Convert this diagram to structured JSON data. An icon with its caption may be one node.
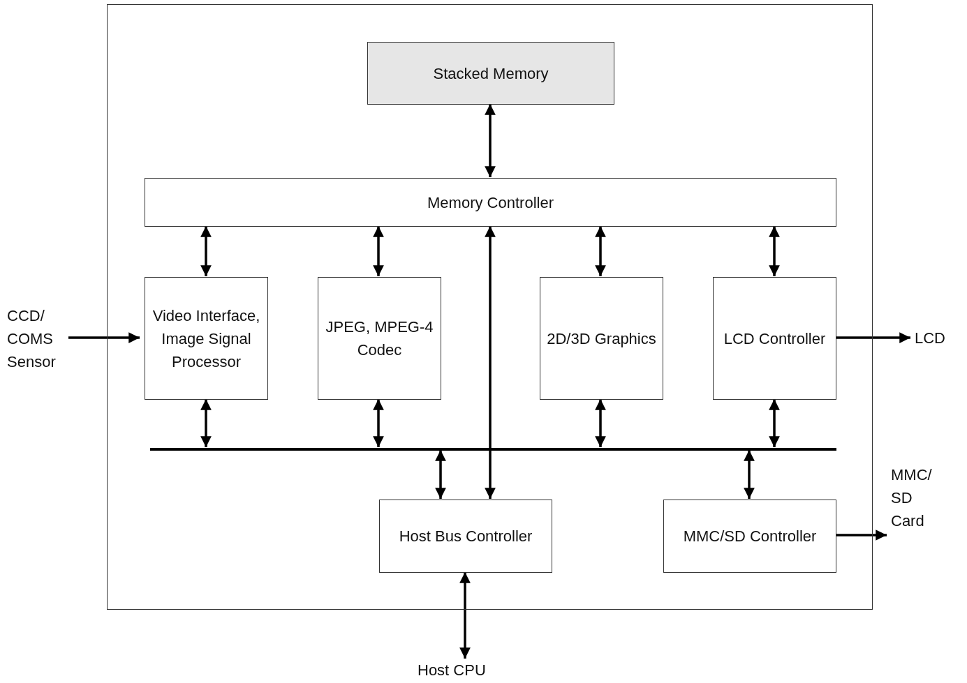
{
  "diagram": {
    "nodes": [
      {
        "text": [],
        "shape": "box"
      },
      {
        "text": [
          "Stacked Memory"
        ],
        "in": 0
      },
      {
        "text": [
          "Memory Controller"
        ],
        "in": 0
      },
      {
        "text": [
          "Video Interface, Image Signal Processor"
        ],
        "in": 0
      },
      {
        "text": [
          "JPEG, MPEG-4 Codec"
        ],
        "in": 0
      },
      {
        "text": [
          "2D/3D Graphics"
        ],
        "in": 0
      },
      {
        "text": [
          "LCD Controller"
        ],
        "in": 0
      },
      {
        "text": [],
        "shape": "bar",
        "in": 0
      },
      {
        "text": [
          "Host Bus Controller"
        ],
        "in": 0
      },
      {
        "text": [
          "MMC/SD Controller"
        ],
        "in": 0
      },
      {
        "text": [
          "CCD/ COMS Sensor"
        ]
      },
      {
        "text": [
          "LCD"
        ]
      },
      {
        "text": [
          "MMC/ SD Card"
        ]
      },
      {
        "text": [
          "Host CPU"
        ]
      }
    ],
    "edges": [
      {
        "from": 1,
        "to": 2,
        "arrow": "both"
      },
      {
        "from": 2,
        "to": 3,
        "arrow": "both"
      },
      {
        "from": 2,
        "to": 4,
        "arrow": "both"
      },
      {
        "from": 2,
        "to": 5,
        "arrow": "both"
      },
      {
        "from": 2,
        "to": 6,
        "arrow": "both"
      },
      {
        "from": 3,
        "to": 7,
        "arrow": "both"
      },
      {
        "from": 4,
        "to": 7,
        "arrow": "both"
      },
      {
        "from": 5,
        "to": 7,
        "arrow": "both"
      },
      {
        "from": 6,
        "to": 7,
        "arrow": "both"
      },
      {
        "from": 7,
        "to": 8,
        "arrow": "both"
      },
      {
        "from": 2,
        "to": 8,
        "arrow": "both"
      },
      {
        "from": 7,
        "to": 9,
        "arrow": "both"
      },
      {
        "from": 10,
        "to": 3,
        "arrow": "to"
      },
      {
        "from": 6,
        "to": 11,
        "arrow": "to"
      },
      {
        "from": 9,
        "to": 12,
        "arrow": "to"
      },
      {
        "from": 8,
        "to": 13,
        "arrow": "both"
      }
    ]
  }
}
